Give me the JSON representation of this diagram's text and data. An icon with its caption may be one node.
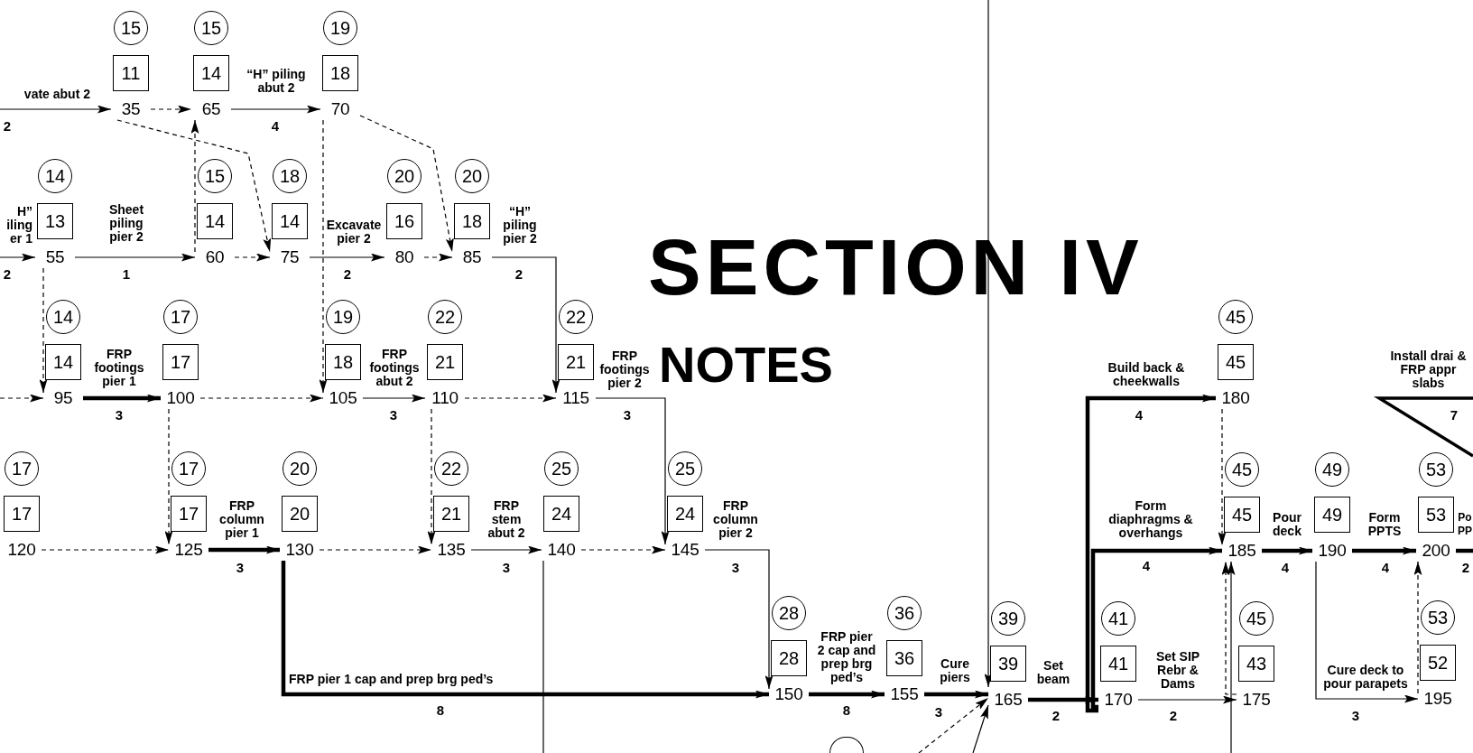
{
  "diagram": {
    "nodes": [
      {
        "text": [
          "15",
          "11",
          "35"
        ]
      },
      {
        "text": [
          "15",
          "14",
          "65"
        ]
      },
      {
        "text": [
          "19",
          "18",
          "70"
        ]
      },
      {
        "text": [
          "14",
          "13",
          "55"
        ]
      },
      {
        "text": [
          "15",
          "14",
          "60"
        ]
      },
      {
        "text": [
          "18",
          "14",
          "75"
        ]
      },
      {
        "text": [
          "20",
          "16",
          "80"
        ]
      },
      {
        "text": [
          "20",
          "18",
          "85"
        ]
      },
      {
        "text": [
          "14",
          "14",
          "95"
        ]
      },
      {
        "text": [
          "17",
          "17",
          "100"
        ]
      },
      {
        "text": [
          "19",
          "18",
          "105"
        ]
      },
      {
        "text": [
          "22",
          "21",
          "110"
        ]
      },
      {
        "text": [
          "22",
          "21",
          "115"
        ]
      },
      {
        "text": [
          "45",
          "45",
          "180"
        ]
      },
      {
        "text": [
          "17",
          "17",
          "120"
        ]
      },
      {
        "text": [
          "17",
          "17",
          "125"
        ]
      },
      {
        "text": [
          "20",
          "20",
          "130"
        ]
      },
      {
        "text": [
          "22",
          "21",
          "135"
        ]
      },
      {
        "text": [
          "25",
          "24",
          "140"
        ]
      },
      {
        "text": [
          "25",
          "24",
          "145"
        ]
      },
      {
        "text": [
          "45",
          "45",
          "185"
        ]
      },
      {
        "text": [
          "49",
          "49",
          "190"
        ]
      },
      {
        "text": [
          "53",
          "53",
          "200"
        ]
      },
      {
        "text": [
          "28",
          "28",
          "150"
        ]
      },
      {
        "text": [
          "36",
          "36",
          "155"
        ]
      },
      {
        "text": [
          "39",
          "39",
          "165"
        ]
      },
      {
        "text": [
          "41",
          "41",
          "170"
        ]
      },
      {
        "text": [
          "45",
          "43",
          "175"
        ]
      },
      {
        "text": [
          "53",
          "52",
          "195"
        ]
      },
      {
        "text": [],
        "shape": "circle"
      }
    ],
    "edges": [
      {
        "from": null,
        "to": 0,
        "arrow": "to",
        "label": "vate abut 2"
      },
      {
        "from": 0,
        "to": 1,
        "arrow": "to",
        "style": "dashed"
      },
      {
        "from": 0,
        "to": 5,
        "arrow": "to",
        "style": "dashed"
      },
      {
        "from": 1,
        "to": 2,
        "arrow": "to",
        "label": "“H” piling abut 2"
      },
      {
        "from": 2,
        "to": 10,
        "arrow": "to",
        "style": "dashed"
      },
      {
        "from": 2,
        "to": 7,
        "arrow": "to",
        "style": "dashed"
      },
      {
        "from": null,
        "to": 3,
        "arrow": "to",
        "label": "H” iling er 1"
      },
      {
        "from": 3,
        "to": 4,
        "arrow": "to",
        "label": "Sheet piling pier 2"
      },
      {
        "from": 4,
        "to": 1,
        "arrow": "to",
        "style": "dashed"
      },
      {
        "from": 4,
        "to": 5,
        "arrow": "to",
        "style": "dashed"
      },
      {
        "from": 3,
        "to": 8,
        "arrow": "to",
        "style": "dashed"
      },
      {
        "from": 5,
        "to": 6,
        "arrow": "to",
        "label": "Excavate pier 2"
      },
      {
        "from": 6,
        "to": 7,
        "arrow": "to",
        "style": "dashed"
      },
      {
        "from": 7,
        "to": 12,
        "arrow": "to",
        "label": "“H” piling pier 2"
      },
      {
        "from": null,
        "to": 8,
        "arrow": "to",
        "style": "dashed"
      },
      {
        "from": 8,
        "to": 9,
        "arrow": "to",
        "label": "FRP footings pier 1",
        "style": "thick"
      },
      {
        "from": 9,
        "to": 10,
        "arrow": "to",
        "style": "dashed"
      },
      {
        "from": 10,
        "to": 11,
        "arrow": "to",
        "label": "FRP footings abut 2"
      },
      {
        "from": 11,
        "to": 12,
        "arrow": "to",
        "style": "dashed"
      },
      {
        "from": 11,
        "to": 17,
        "arrow": "to",
        "style": "dashed"
      },
      {
        "from": 9,
        "to": 15,
        "arrow": "to",
        "style": "dashed"
      },
      {
        "from": 12,
        "to": 19,
        "arrow": "to",
        "label": "FRP footings pier 2"
      },
      {
        "from": 14,
        "to": 15,
        "arrow": "to",
        "style": "dashed"
      },
      {
        "from": 15,
        "to": 16,
        "arrow": "to",
        "label": "FRP column pier 1",
        "style": "thick"
      },
      {
        "from": 16,
        "to": 17,
        "arrow": "to",
        "style": "dashed"
      },
      {
        "from": 17,
        "to": 18,
        "arrow": "to",
        "label": "FRP stem abut 2"
      },
      {
        "from": 18,
        "to": 19,
        "arrow": "to",
        "style": "dashed"
      },
      {
        "from": 16,
        "to": 23,
        "arrow": "to",
        "label": "FRP pier 1 cap and prep brg ped’s",
        "style": "thick"
      },
      {
        "from": 19,
        "to": 23,
        "arrow": "to",
        "label": "FRP column pier 2"
      },
      {
        "from": 18,
        "to": null,
        "arrow": "none"
      },
      {
        "from": 23,
        "to": 24,
        "arrow": "to",
        "label": "FRP pier 2 cap and prep brg ped’s",
        "style": "thick"
      },
      {
        "from": 24,
        "to": 25,
        "arrow": "to",
        "label": "Cure piers",
        "style": "thick"
      },
      {
        "from": null,
        "to": 25,
        "arrow": "to"
      },
      {
        "from": null,
        "to": 25,
        "arrow": "to",
        "style": "dashed"
      },
      {
        "from": null,
        "to": 25,
        "arrow": "to"
      },
      {
        "from": 25,
        "to": 26,
        "arrow": "to",
        "label": "Set beam",
        "style": "thick"
      },
      {
        "from": 26,
        "to": 13,
        "arrow": "to",
        "label": "Build back & cheekwalls",
        "style": "thick"
      },
      {
        "from": 26,
        "to": 20,
        "arrow": "to",
        "label": "Form diaphragms & overhangs",
        "style": "thick"
      },
      {
        "from": 13,
        "to": 20,
        "arrow": "to",
        "style": "dashed"
      },
      {
        "from": 26,
        "to": 27,
        "arrow": "to",
        "label": "Set SIP Rebr & Dams"
      },
      {
        "from": 27,
        "to": 20,
        "arrow": "to",
        "style": "dashed"
      },
      {
        "from": null,
        "to": 20,
        "arrow": "to"
      },
      {
        "from": 20,
        "to": 21,
        "arrow": "to",
        "label": "Pour deck",
        "style": "thick"
      },
      {
        "from": 21,
        "to": 22,
        "arrow": "to",
        "label": "Form PPTS",
        "style": "thick"
      },
      {
        "from": 21,
        "to": 28,
        "arrow": "to",
        "label": "Cure deck to pour parapets"
      },
      {
        "from": 28,
        "to": 22,
        "arrow": "to",
        "style": "dashed"
      },
      {
        "from": 22,
        "to": null,
        "arrow": "none",
        "label": "Po PP",
        "style": "thick"
      }
    ],
    "labels": [
      "2",
      "4",
      "2",
      "1",
      "2",
      "2",
      "3",
      "3",
      "3",
      "3",
      "3",
      "8",
      "3",
      "8",
      "3",
      "2",
      "4",
      "4",
      "2",
      "4",
      "4",
      "3",
      "2",
      "SECTION IV",
      "NOTES",
      "Install drai & FRP appr slabs",
      "7"
    ]
  }
}
